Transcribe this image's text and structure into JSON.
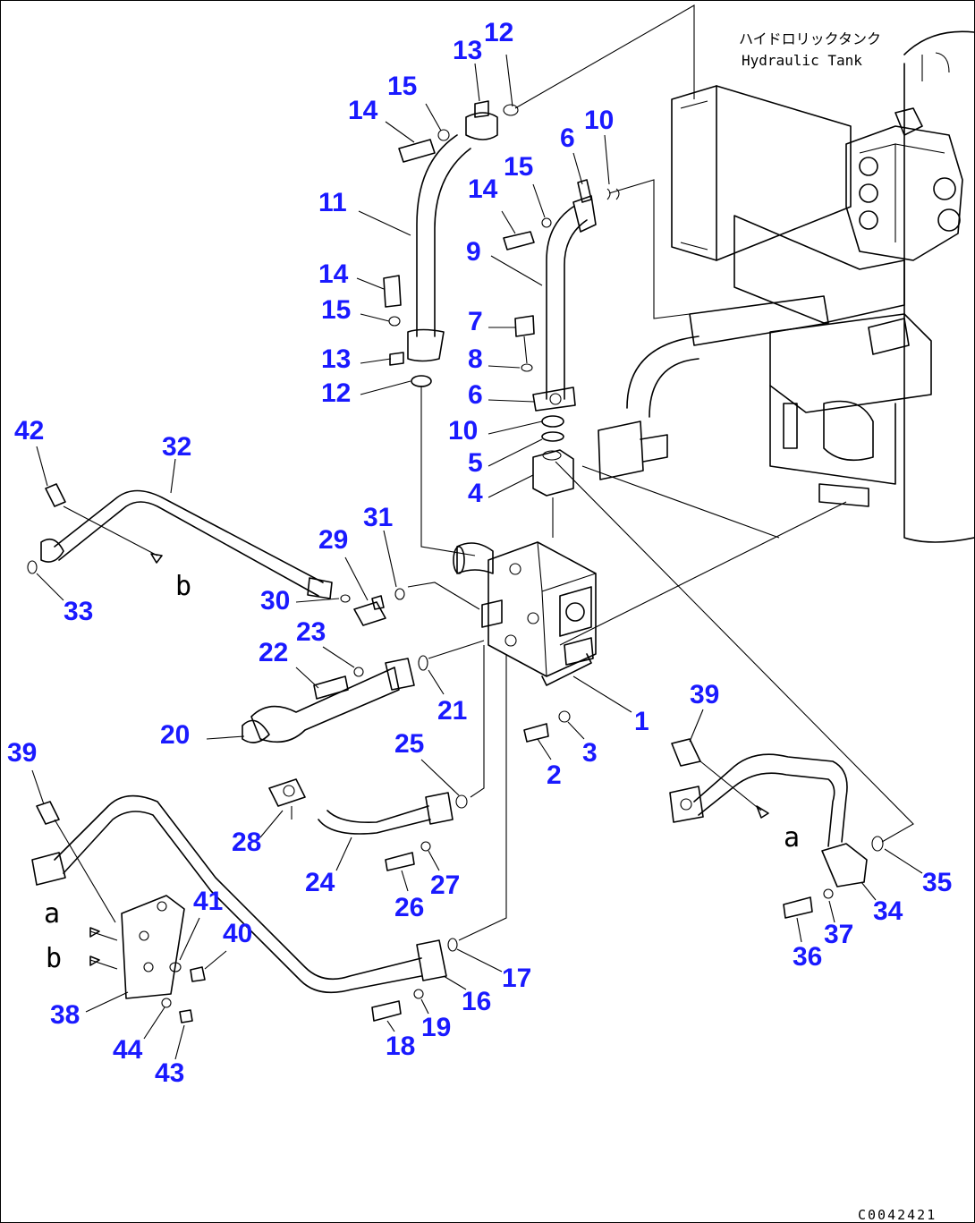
{
  "header": {
    "tank_label_jp": "ハイドロリックタンク",
    "tank_label_en": "Hydraulic Tank"
  },
  "reference_letters": {
    "a": "a",
    "b": "b"
  },
  "drawing_code": "C0042421",
  "callouts": {
    "c1": "1",
    "c2": "2",
    "c3": "3",
    "c4": "4",
    "c5": "5",
    "c6a": "6",
    "c6b": "6",
    "c7": "7",
    "c8": "8",
    "c9": "9",
    "c10a": "10",
    "c10b": "10",
    "c11": "11",
    "c12a": "12",
    "c12b": "12",
    "c13a": "13",
    "c13b": "13",
    "c14a": "14",
    "c14b": "14",
    "c14c": "14",
    "c15a": "15",
    "c15b": "15",
    "c15c": "15",
    "c16": "16",
    "c17": "17",
    "c18": "18",
    "c19": "19",
    "c20": "20",
    "c21": "21",
    "c22": "22",
    "c23": "23",
    "c24": "24",
    "c25": "25",
    "c26": "26",
    "c27": "27",
    "c28": "28",
    "c29": "29",
    "c30": "30",
    "c31": "31",
    "c32": "32",
    "c33": "33",
    "c34": "34",
    "c35": "35",
    "c36": "36",
    "c37": "37",
    "c38": "38",
    "c39a": "39",
    "c39b": "39",
    "c40": "40",
    "c41": "41",
    "c42": "42",
    "c43": "43",
    "c44": "44"
  }
}
